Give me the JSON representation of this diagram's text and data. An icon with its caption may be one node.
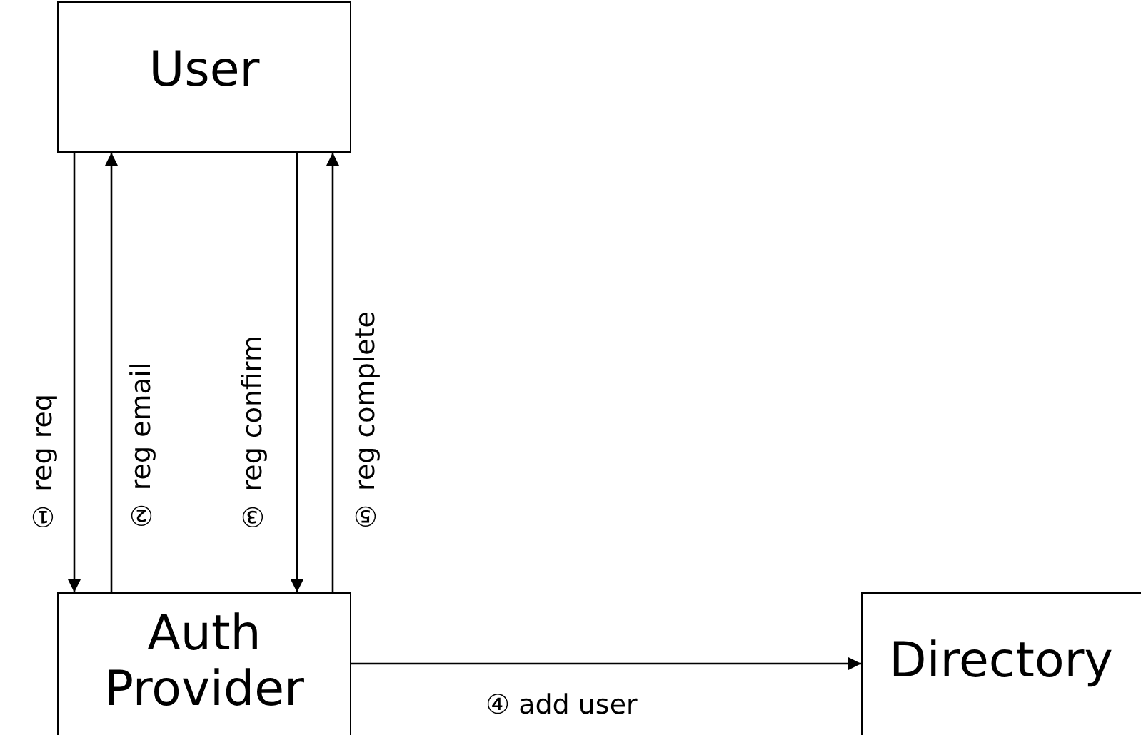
{
  "diagram": {
    "nodes": [
      {
        "text": [
          "User"
        ]
      },
      {
        "text": [
          "Auth Provider"
        ]
      },
      {
        "text": [
          "Directory"
        ]
      }
    ],
    "edges": [
      {
        "from": 0,
        "to": 1,
        "arrow": "to",
        "label": "① reg req"
      },
      {
        "from": 1,
        "to": 0,
        "arrow": "to",
        "label": "② reg email"
      },
      {
        "from": 0,
        "to": 1,
        "arrow": "to",
        "label": "③ reg confirm"
      },
      {
        "from": 1,
        "to": 2,
        "arrow": "to",
        "label": "④ add user"
      },
      {
        "from": 1,
        "to": 0,
        "arrow": "to",
        "label": "⑤ reg complete"
      }
    ]
  }
}
